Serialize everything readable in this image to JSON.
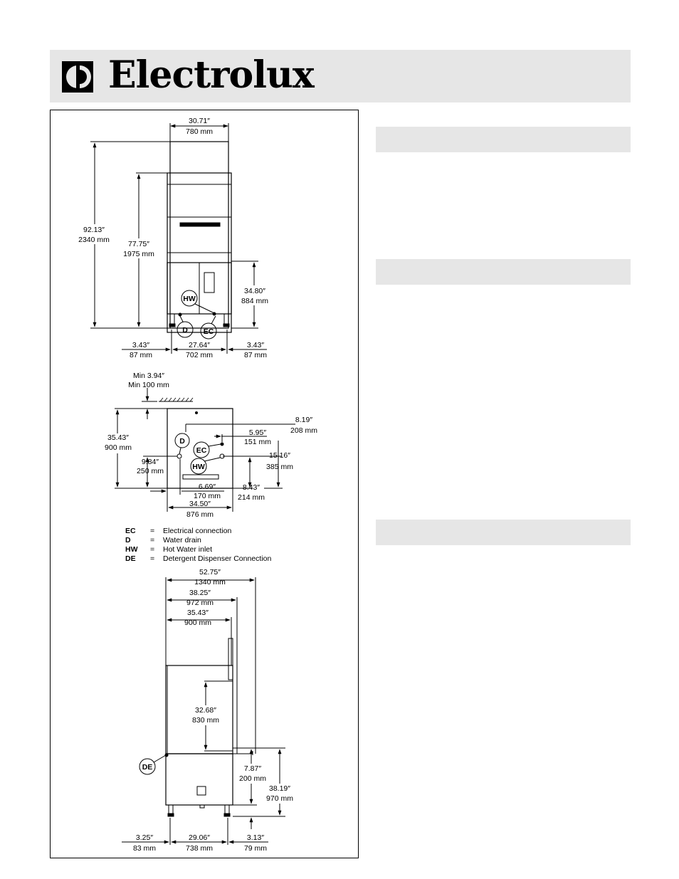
{
  "brand": {
    "name": "Electrolux"
  },
  "front_view": {
    "width_in": "30.71″",
    "width_mm": "780 mm",
    "total_height_in": "92.13″",
    "total_height_mm": "2340 mm",
    "hood_height_in": "77.75″",
    "hood_height_mm": "1975 mm",
    "base_height_in": "34.80″",
    "base_height_mm": "884 mm",
    "left_offset_in": "3.43″",
    "left_offset_mm": "87 mm",
    "inner_width_in": "27.64″",
    "inner_width_mm": "702 mm",
    "right_offset_in": "3.43″",
    "right_offset_mm": "87 mm"
  },
  "plan_view": {
    "clearance_in": "Min 3.94″",
    "clearance_mm": "Min 100 mm",
    "depth_in": "35.43″",
    "depth_mm": "900 mm",
    "drain_y_in": "9.84″",
    "drain_y_mm": "250 mm",
    "right_offset_in": "8.19″",
    "right_offset_mm": "208 mm",
    "ec_offset_in": "5.95″",
    "ec_offset_mm": "151 mm",
    "hw_y_in": "15.16″",
    "hw_y_mm": "385 mm",
    "right_y_in": "8.43″",
    "right_y_mm": "214 mm",
    "drain_x_in": "6.69″",
    "drain_x_mm": "170 mm",
    "width_in": "34.50″",
    "width_mm": "876 mm"
  },
  "connections": {
    "ec": "EC",
    "d": "D",
    "hw": "HW",
    "de": "DE"
  },
  "legend": [
    {
      "code": "EC",
      "eq": "=",
      "desc": "Electrical connection"
    },
    {
      "code": "D",
      "eq": "=",
      "desc": "Water drain"
    },
    {
      "code": "HW",
      "eq": "=",
      "desc": "Hot Water inlet"
    },
    {
      "code": "DE",
      "eq": "=",
      "desc": "Detergent Dispenser Connection"
    }
  ],
  "side_view": {
    "total_depth_in": "52.75″",
    "total_depth_mm": "1340 mm",
    "depth2_in": "38.25″",
    "depth2_mm": "972 mm",
    "depth3_in": "35.43″",
    "depth3_mm": "900 mm",
    "opening_in": "32.68″",
    "opening_mm": "830 mm",
    "d1_in": "7.87″",
    "d1_mm": "200 mm",
    "d2_in": "38.19″",
    "d2_mm": "970 mm",
    "left_in": "3.25″",
    "left_mm": "83 mm",
    "mid_in": "29.06″",
    "mid_mm": "738 mm",
    "right_in": "3.13″",
    "right_mm": "79 mm"
  }
}
